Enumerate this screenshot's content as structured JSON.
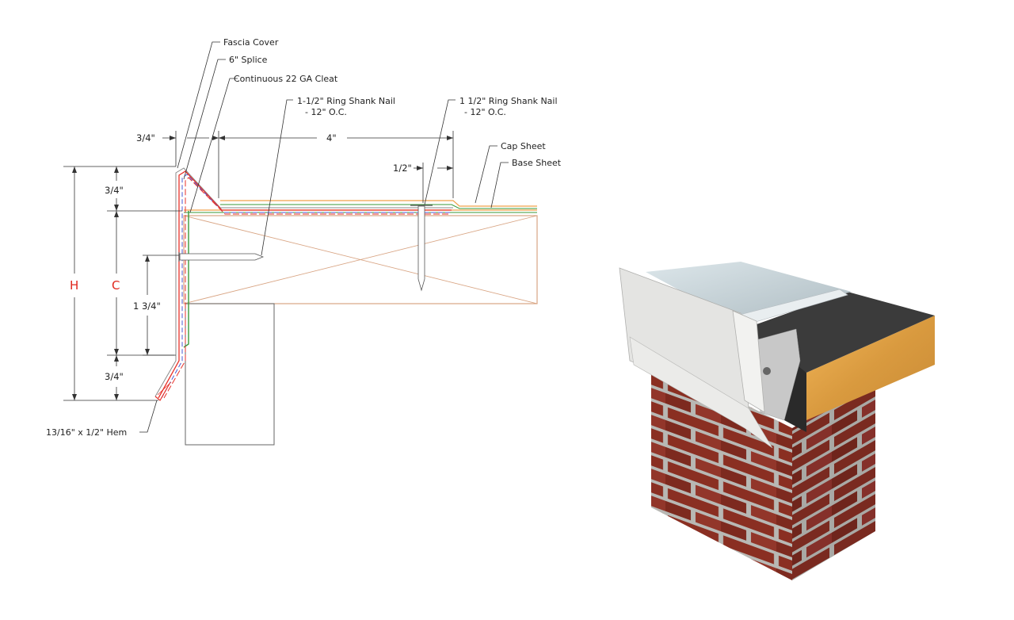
{
  "detail": {
    "callouts": {
      "fascia_cover": "Fascia Cover",
      "splice": "6\" Splice",
      "cleat": "Continuous 22 GA Cleat",
      "nail_left_1": "1-1/2\" Ring Shank Nail",
      "nail_left_2": "- 12\" O.C.",
      "nail_right_1": "1 1/2\" Ring Shank Nail",
      "nail_right_2": "- 12\" O.C.",
      "cap_sheet": "Cap Sheet",
      "base_sheet": "Base Sheet",
      "hem": "13/16\" x 1/2\" Hem"
    },
    "dimensions": {
      "top_left": "3/4\"",
      "top_width": "4\"",
      "nail_offset": "1/2\"",
      "upper_face": "3/4\"",
      "lower_face": "3/4\"",
      "nail_height": "1 3/4\"",
      "overall": "H",
      "clear": "C"
    },
    "colors": {
      "fascia_line": "#e8322a",
      "membrane_blue": "#4a5bd6",
      "cleat_green": "#3a9a3a",
      "cap_orange": "#f0a04a",
      "wood_x": "#d39b73"
    }
  },
  "render": {
    "materials": [
      "metal-fascia",
      "roof-membrane",
      "wood-nailer",
      "brick-wall"
    ]
  }
}
